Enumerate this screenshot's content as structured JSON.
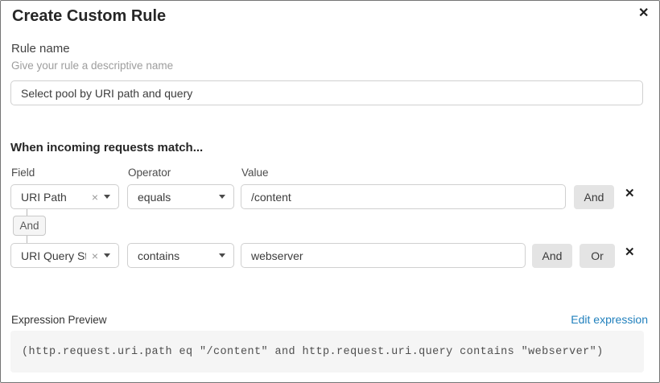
{
  "modal": {
    "title": "Create Custom Rule"
  },
  "icons": {
    "close": "✕",
    "clear": "×",
    "remove": "✕"
  },
  "rule_name": {
    "label": "Rule name",
    "hint": "Give your rule a descriptive name",
    "value": "Select pool by URI path and query"
  },
  "match": {
    "heading": "When incoming requests match...",
    "columns": {
      "field": "Field",
      "operator": "Operator",
      "value": "Value"
    },
    "connector": "And",
    "rows": [
      {
        "field": "URI Path",
        "operator": "equals",
        "value": "/content",
        "buttons": [
          "And"
        ]
      },
      {
        "field": "URI Query St...",
        "operator": "contains",
        "value": "webserver",
        "buttons": [
          "And",
          "Or"
        ]
      }
    ]
  },
  "expression": {
    "label": "Expression Preview",
    "edit_link": "Edit expression",
    "code": "(http.request.uri.path eq \"/content\" and http.request.uri.query contains \"webserver\")"
  },
  "colors": {
    "link_blue": "#2180bd",
    "button_gray": "#e4e4e4",
    "border_gray": "#cfcfcf",
    "expr_bg": "#f5f5f5"
  }
}
